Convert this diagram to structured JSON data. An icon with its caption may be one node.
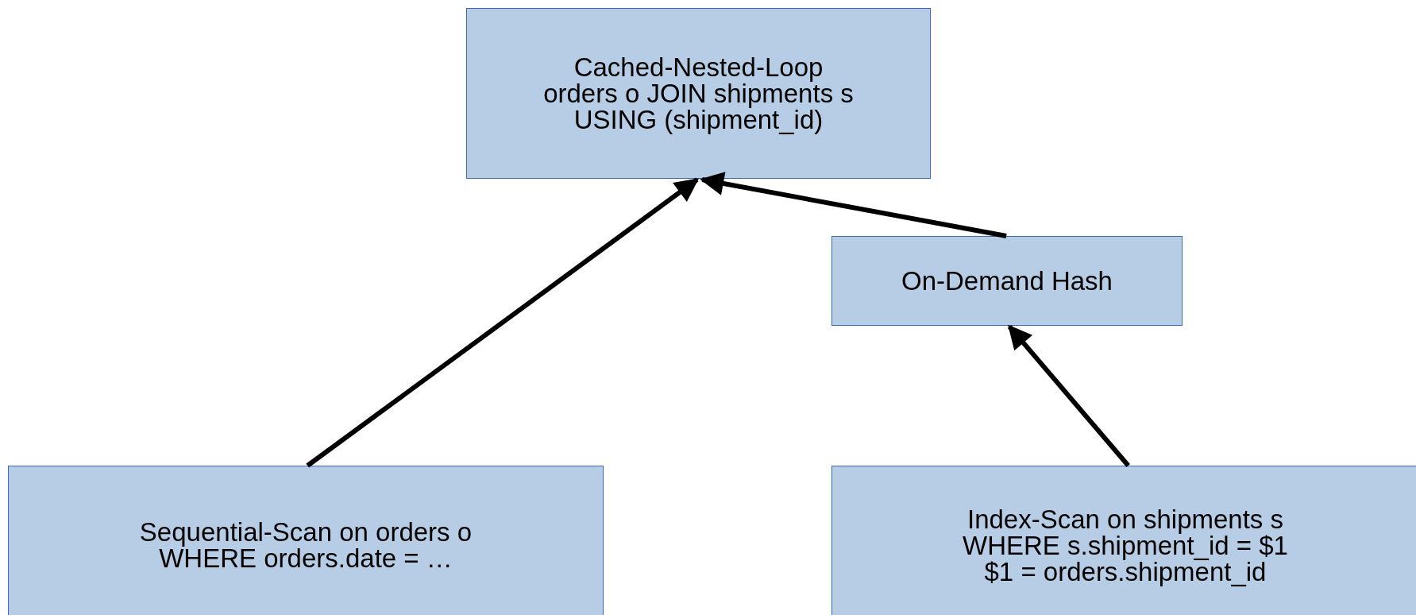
{
  "diagram": {
    "nodes": [
      {
        "text": [
          "Cached-Nested-Loop orders o JOIN shipments s USING (shipment_id)"
        ]
      },
      {
        "text": [
          "On-Demand Hash"
        ]
      },
      {
        "text": [
          "Sequential-Scan on orders o WHERE orders.date = …"
        ]
      },
      {
        "text": [
          "Index-Scan on shipments s WHERE s.shipment_id = $1 $1 = orders.shipment_id"
        ]
      }
    ],
    "edges": [
      {
        "from": 2,
        "to": 0,
        "arrow": "to"
      },
      {
        "from": 1,
        "to": 0,
        "arrow": "to"
      },
      {
        "from": 3,
        "to": 1,
        "arrow": "to"
      }
    ]
  }
}
